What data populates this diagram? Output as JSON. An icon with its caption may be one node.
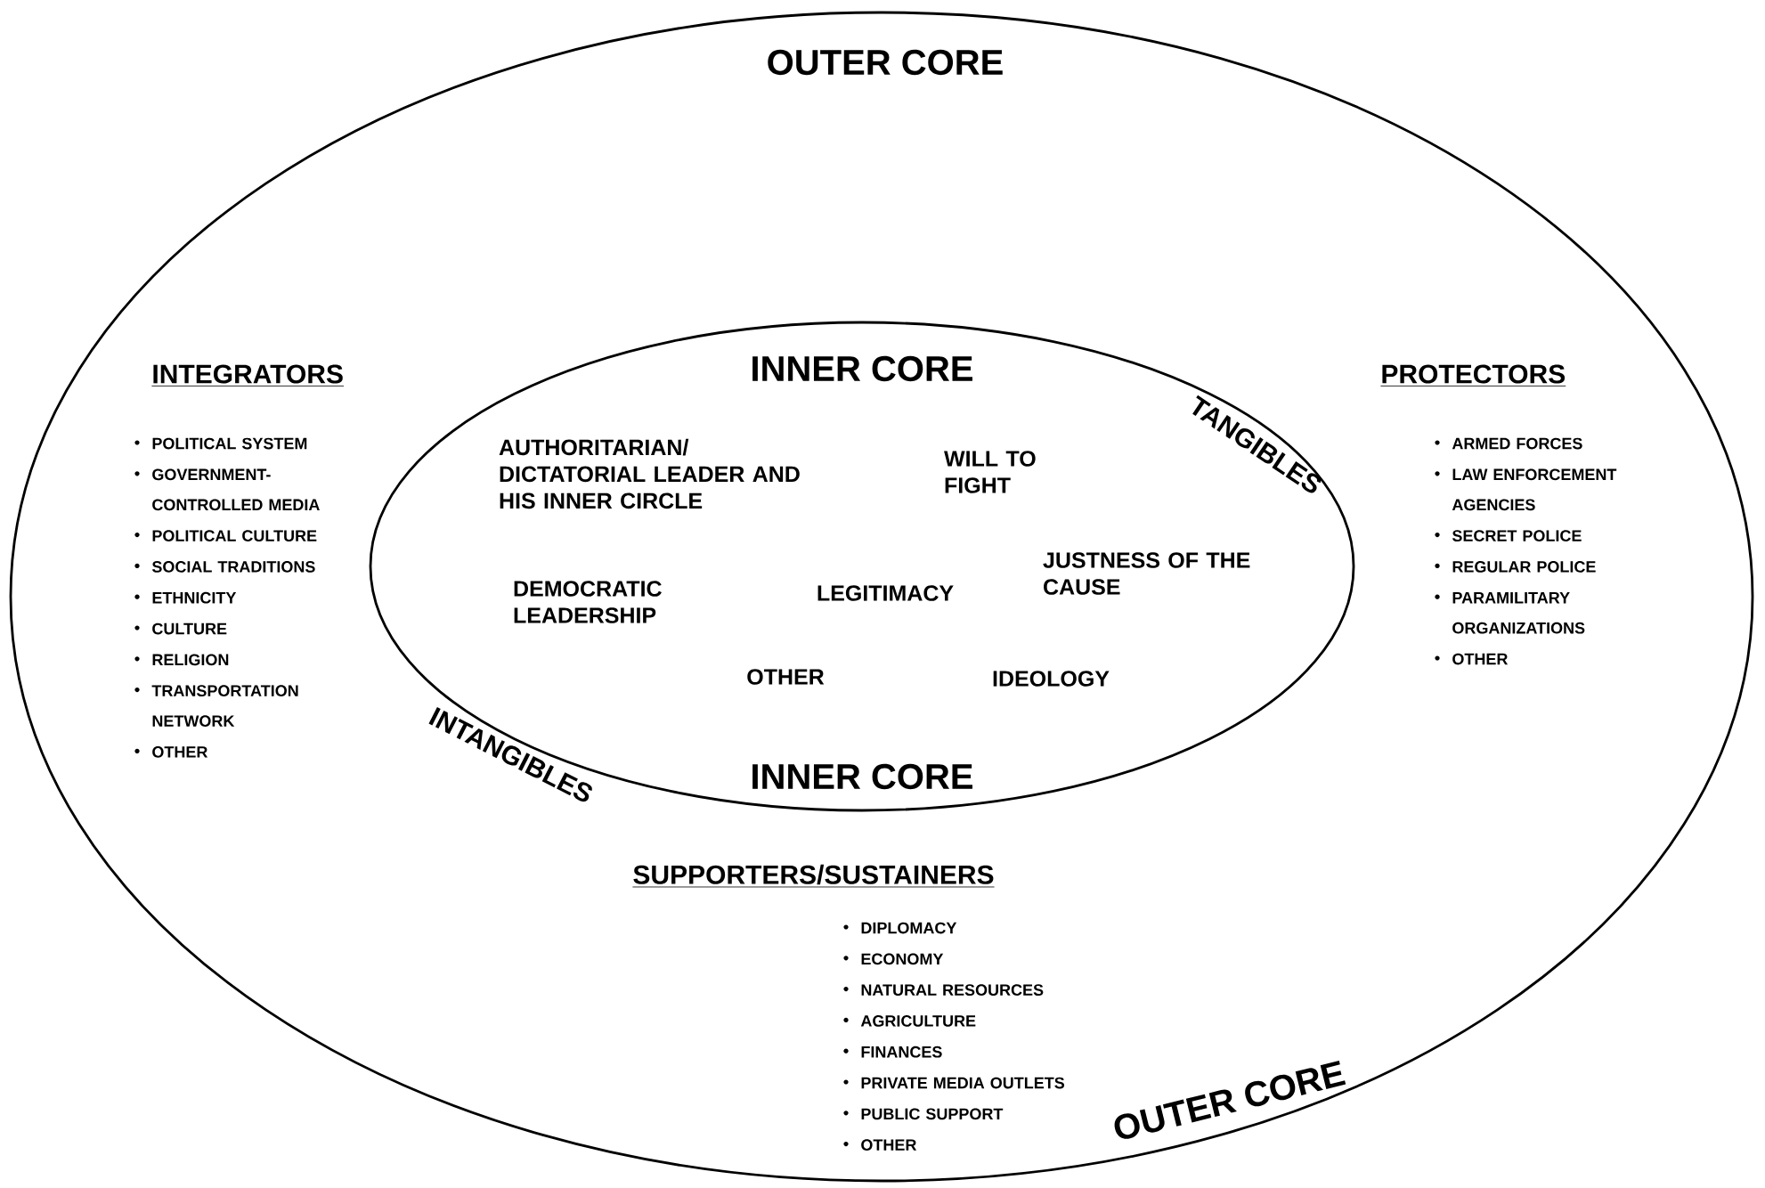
{
  "diagram": {
    "nodes": [
      {
        "text": [
          "OUTER CORE",
          "OUTER CORE"
        ]
      },
      {
        "text": [
          "INNER CORE",
          "TANGIBLES",
          "AUTHORITARIAN/ DICTATORIAL LEADER AND HIS INNER CIRCLE",
          "WILL TO FIGHT",
          "JUSTNESS OF THE CAUSE",
          "DEMOCRATIC LEADERSHIP",
          "LEGITIMACY",
          "OTHER",
          "IDEOLOGY",
          "INTANGIBLES",
          "INNER CORE"
        ],
        "in": 0
      }
    ],
    "edges": [],
    "labels": [
      "INTEGRATORS",
      "POLITICAL SYSTEM",
      "GOVERNMENT-CONTROLLED MEDIA",
      "POLITICAL CULTURE",
      "SOCIAL TRADITIONS",
      "ETHNICITY",
      "CULTURE",
      "RELIGION",
      "TRANSPORTATION NETWORK",
      "OTHER",
      "PROTECTORS",
      "ARMED FORCES",
      "LAW ENFORCEMENT AGENCIES",
      "SECRET POLICE",
      "REGULAR POLICE",
      "PARAMILITARY ORGANIZATIONS",
      "OTHER",
      "SUPPORTERS/SUSTAINERS",
      "DIPLOMACY",
      "ECONOMY",
      "NATURAL RESOURCES",
      "AGRICULTURE",
      "FINANCES",
      "PRIVATE MEDIA OUTLETS",
      "PUBLIC SUPPORT",
      "OTHER"
    ]
  }
}
